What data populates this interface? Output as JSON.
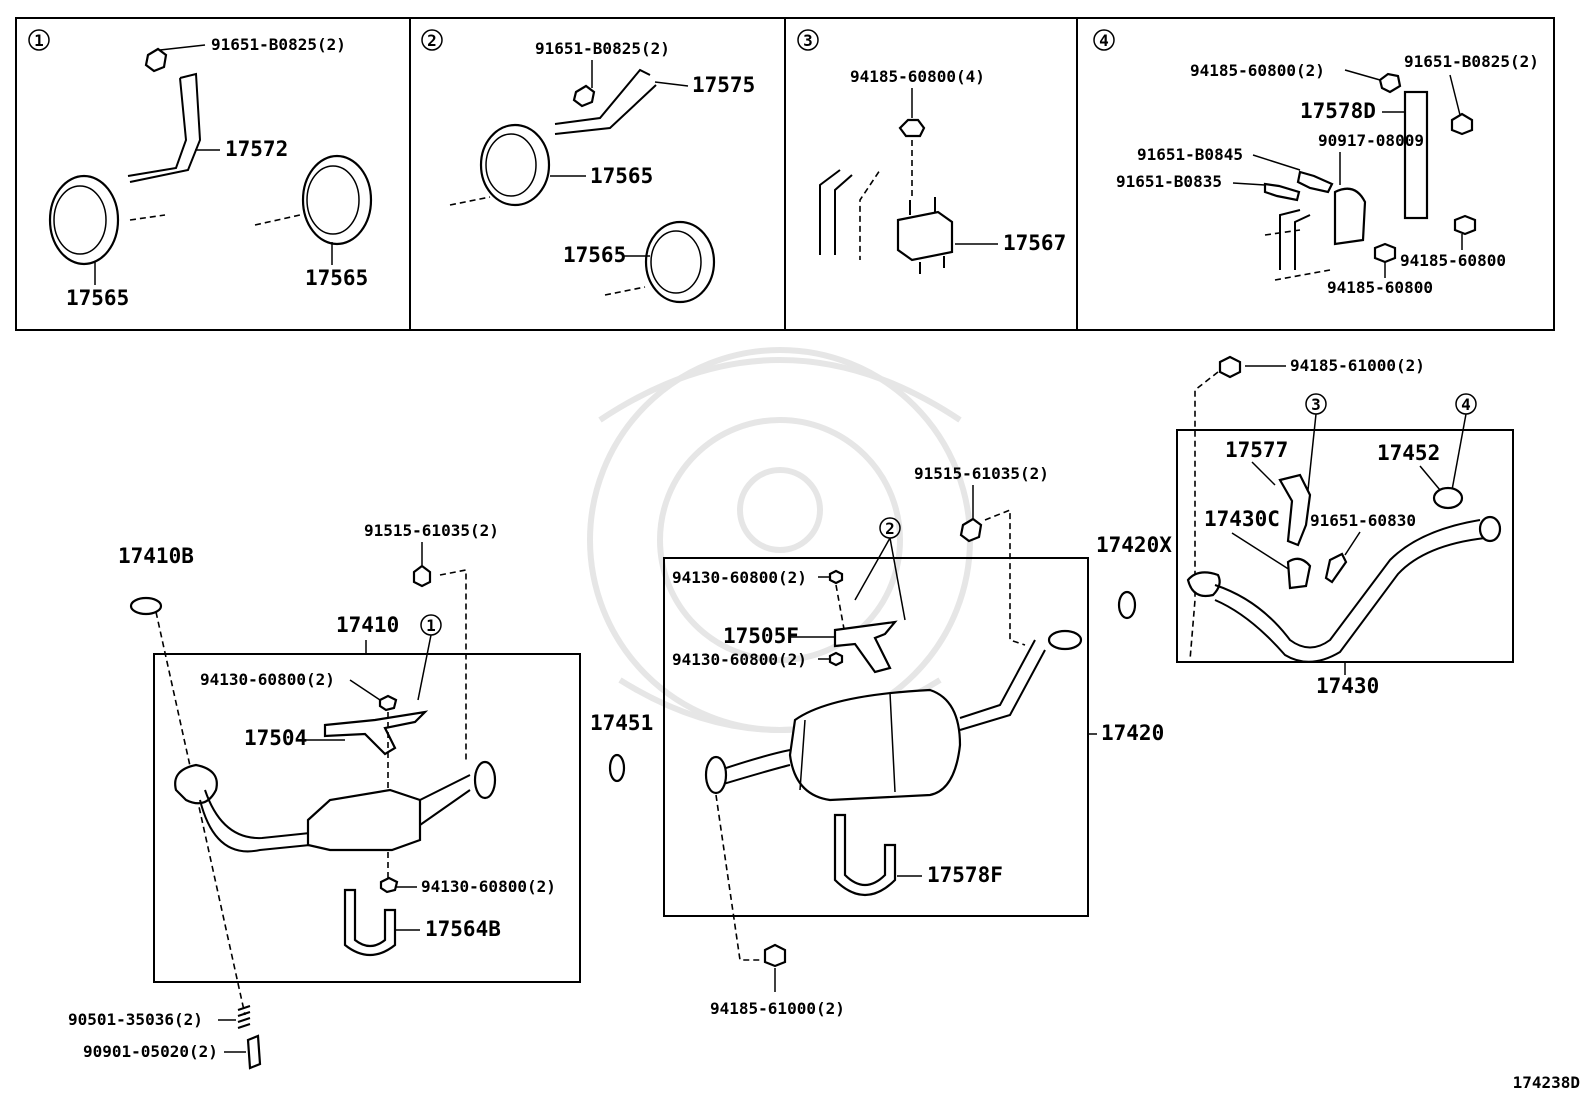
{
  "diagram_code": "174238D",
  "panels": [
    {
      "num": "1",
      "labels": [
        "91651-B0825(2)",
        "17572",
        "17565",
        "17565"
      ]
    },
    {
      "num": "2",
      "labels": [
        "91651-B0825(2)",
        "17575",
        "17565",
        "17565"
      ]
    },
    {
      "num": "3",
      "labels": [
        "94185-60800(4)",
        "17567"
      ]
    },
    {
      "num": "4",
      "labels": [
        "94185-60800(2)",
        "91651-B0825(2)",
        "17578D",
        "90917-08009",
        "91651-B0845",
        "91651-B0835",
        "94185-60800",
        "94185-60800"
      ]
    }
  ],
  "front": {
    "labels": [
      "17410B",
      "91515-61035(2)",
      "17410",
      "94130-60800(2)",
      "17504",
      "94130-60800(2)",
      "17564B",
      "90501-35036(2)",
      "90901-05020(2)"
    ],
    "callout": "1"
  },
  "middle": {
    "labels": [
      "17451",
      "91515-61035(2)",
      "94130-60800(2)",
      "17505F",
      "94130-60800(2)",
      "17420",
      "17578F",
      "94185-61000(2)"
    ],
    "callout": "2"
  },
  "rear": {
    "labels": [
      "94185-61000(2)",
      "17420X",
      "17577",
      "17452",
      "17430C",
      "91651-60830",
      "17430"
    ],
    "callouts": [
      "3",
      "4"
    ]
  }
}
